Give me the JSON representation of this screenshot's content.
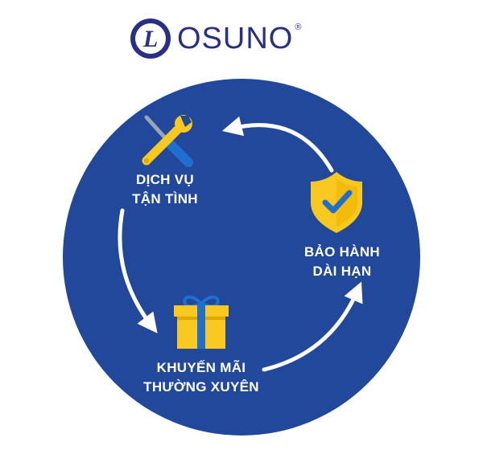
{
  "brand": {
    "logo_letter": "L",
    "name": "OSUNO",
    "registered": "®"
  },
  "cycle": [
    {
      "id": "service",
      "line1": "DỊCH VỤ",
      "line2": "TẬN TÌNH",
      "icon": "wrench-screwdriver-icon"
    },
    {
      "id": "warranty",
      "line1": "BẢO HÀNH",
      "line2": "DÀI HẠN",
      "icon": "shield-check-icon"
    },
    {
      "id": "promotion",
      "line1": "KHUYẾN MÃI",
      "line2": "THƯỜNG XUYÊN",
      "icon": "gift-icon"
    }
  ],
  "colors": {
    "circle": "#21489a",
    "brand": "#2a2f86",
    "icon_yellow": "#f8c81e",
    "icon_blue": "#1f6fd0"
  }
}
